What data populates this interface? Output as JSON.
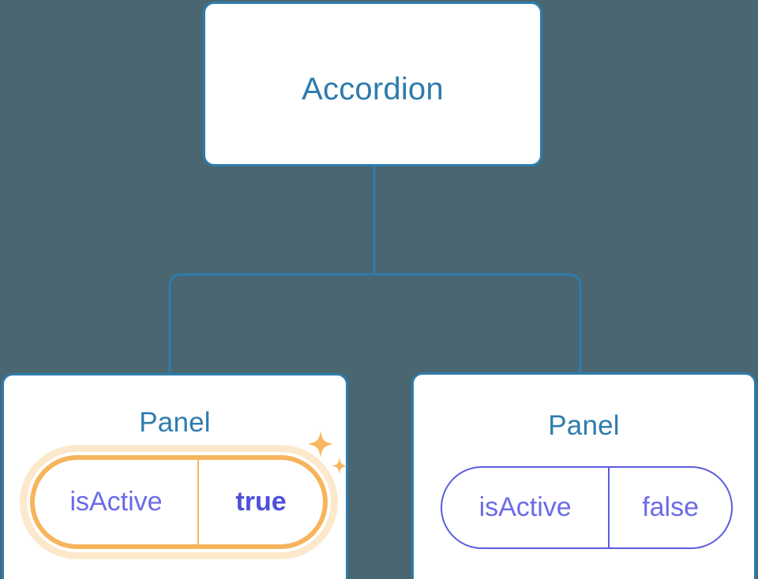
{
  "diagram": {
    "type": "component-tree",
    "background_color": "#4a6670",
    "node_border_color": "#2e7cad",
    "title_color": "#2e7cad",
    "connector_color": "#2e7cad",
    "prop_color": "#6b6be8",
    "highlight_color": "#f6b45c",
    "highlight_glow_color": "#fbdfb4",
    "active_value_color": "#4f4fdb"
  },
  "root": {
    "label": "Accordion"
  },
  "children": [
    {
      "label": "Panel",
      "highlighted": true,
      "prop": {
        "key": "isActive",
        "value": "true"
      },
      "sparkle_icon": "sparkles-icon"
    },
    {
      "label": "Panel",
      "highlighted": false,
      "prop": {
        "key": "isActive",
        "value": "false"
      }
    }
  ]
}
